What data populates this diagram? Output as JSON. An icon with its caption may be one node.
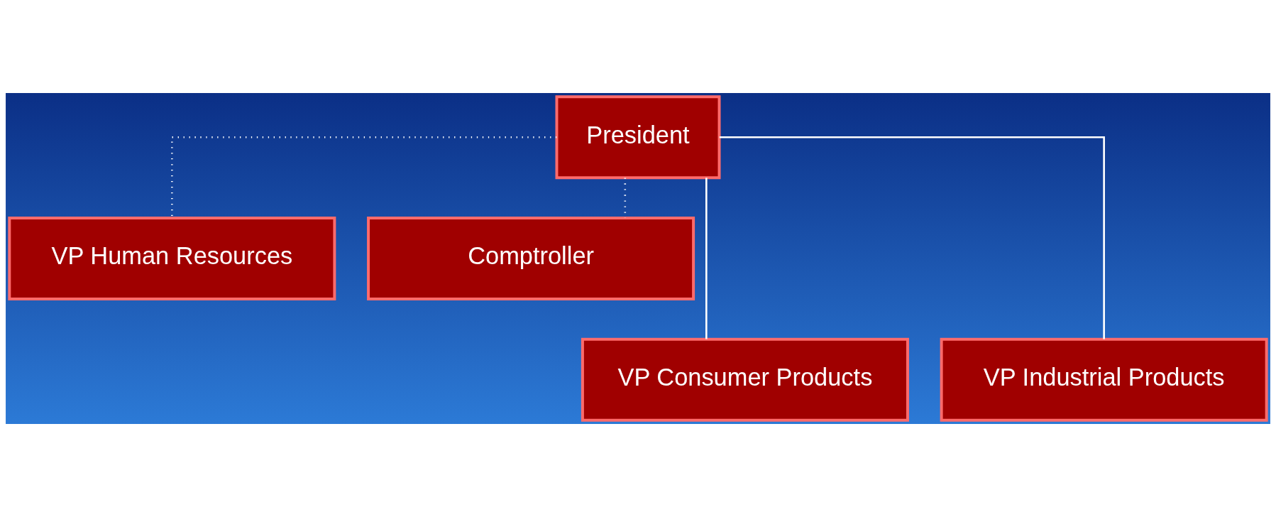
{
  "diagram": {
    "nodes": [
      {
        "text": [
          "President"
        ]
      },
      {
        "text": [
          "VP Human Resources"
        ]
      },
      {
        "text": [
          "Comptroller"
        ]
      },
      {
        "text": [
          "VP Consumer Products"
        ]
      },
      {
        "text": [
          "VP Industrial Products"
        ]
      }
    ],
    "edges": [
      {
        "from": 0,
        "to": 1,
        "arrow": "none",
        "style": "dashed"
      },
      {
        "from": 0,
        "to": 2,
        "arrow": "none",
        "style": "dashed"
      },
      {
        "from": 0,
        "to": 3,
        "arrow": "none"
      },
      {
        "from": 0,
        "to": 4,
        "arrow": "none"
      }
    ]
  }
}
